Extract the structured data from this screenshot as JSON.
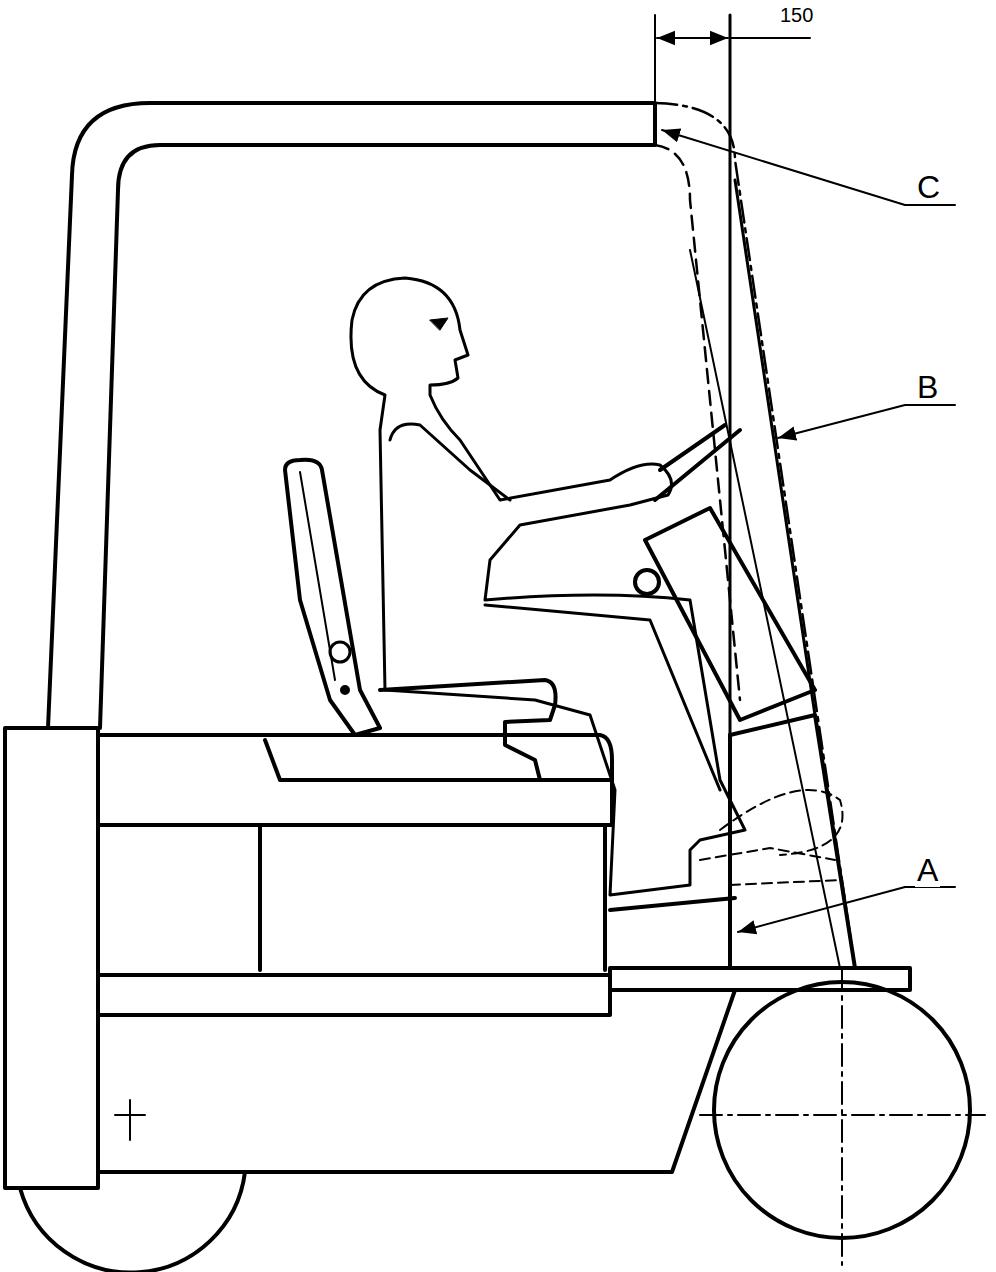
{
  "diagram": {
    "labels": [
      "150",
      "C",
      "B",
      "A"
    ]
  }
}
